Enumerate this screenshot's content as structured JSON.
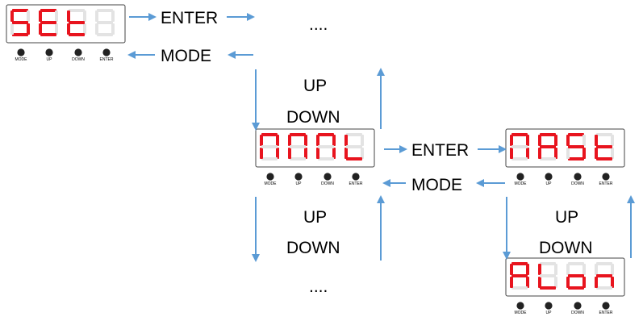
{
  "colors": {
    "segment_on": "#e8141e",
    "segment_off": "#e3e3e3",
    "arrow": "#5b9bd5",
    "button": "#222222"
  },
  "labels": {
    "enter": "ENTER",
    "mode": "MODE",
    "up": "UP",
    "down": "DOWN",
    "ellipsis": "...."
  },
  "button_labels": [
    "MODE",
    "UP",
    "DOWN",
    "ENTER"
  ],
  "displays": [
    {
      "id": "set",
      "digits": [
        [
          "a",
          "f",
          "g",
          "c",
          "d"
        ],
        [
          "a",
          "f",
          "g",
          "e",
          "d"
        ],
        [
          "f",
          "g",
          "e",
          "d"
        ],
        []
      ]
    },
    {
      "id": "param",
      "digits": [
        [
          "a",
          "b",
          "c",
          "e",
          "f"
        ],
        [
          "a",
          "b",
          "c",
          "e",
          "f"
        ],
        [
          "a",
          "b",
          "c",
          "e",
          "f"
        ],
        [
          "f",
          "e",
          "d"
        ]
      ]
    },
    {
      "id": "mast",
      "digits": [
        [
          "a",
          "b",
          "c",
          "e",
          "f"
        ],
        [
          "a",
          "b",
          "c",
          "e",
          "f",
          "g"
        ],
        [
          "a",
          "f",
          "g",
          "c",
          "d"
        ],
        [
          "f",
          "g",
          "e",
          "d"
        ]
      ]
    },
    {
      "id": "alarm",
      "digits": [
        [
          "a",
          "b",
          "c",
          "e",
          "f",
          "g"
        ],
        [
          "f",
          "e",
          "d"
        ],
        [
          "g",
          "c",
          "d",
          "e"
        ],
        [
          "g",
          "c",
          "e"
        ]
      ]
    }
  ]
}
